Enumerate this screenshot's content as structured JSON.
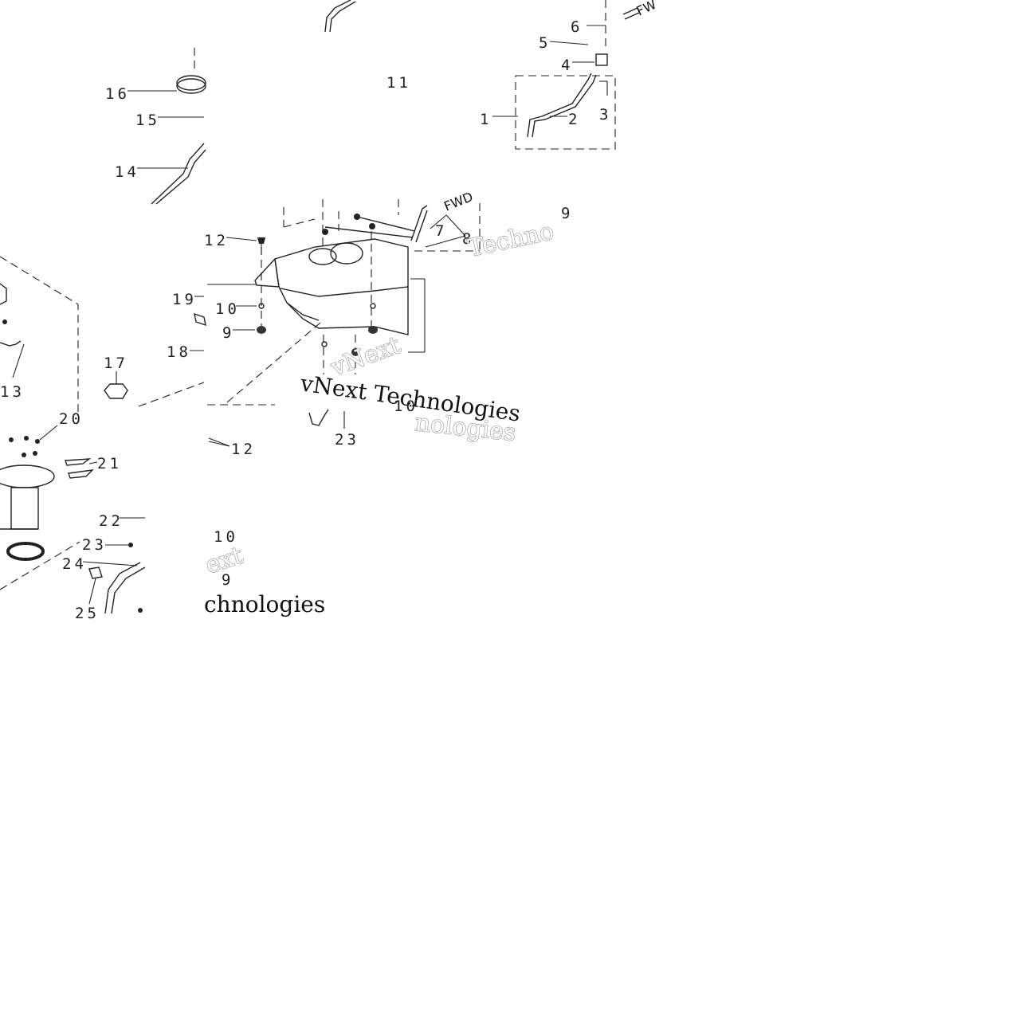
{
  "diagram": {
    "callouts": [
      {
        "id": "c1",
        "text": "1"
      },
      {
        "id": "c2",
        "text": "2"
      },
      {
        "id": "c3",
        "text": "3"
      },
      {
        "id": "c4",
        "text": "4"
      },
      {
        "id": "c5",
        "text": "5"
      },
      {
        "id": "c6",
        "text": "6"
      },
      {
        "id": "c7",
        "text": "7"
      },
      {
        "id": "c8",
        "text": "8"
      },
      {
        "id": "c9a",
        "text": "9"
      },
      {
        "id": "c9b",
        "text": "9"
      },
      {
        "id": "c9c",
        "text": "9"
      },
      {
        "id": "c10a",
        "text": "10"
      },
      {
        "id": "c10b",
        "text": "10"
      },
      {
        "id": "c10c",
        "text": "10"
      },
      {
        "id": "c11",
        "text": "11"
      },
      {
        "id": "c12a",
        "text": "12"
      },
      {
        "id": "c12b",
        "text": "12"
      },
      {
        "id": "c13",
        "text": "13"
      },
      {
        "id": "c14",
        "text": "14"
      },
      {
        "id": "c15",
        "text": "15"
      },
      {
        "id": "c16",
        "text": "16"
      },
      {
        "id": "c17",
        "text": "17"
      },
      {
        "id": "c18",
        "text": "18"
      },
      {
        "id": "c19",
        "text": "19"
      },
      {
        "id": "c20",
        "text": "20"
      },
      {
        "id": "c21",
        "text": "21"
      },
      {
        "id": "c22",
        "text": "22"
      },
      {
        "id": "c23a",
        "text": "23"
      },
      {
        "id": "c23b",
        "text": "23"
      },
      {
        "id": "c24",
        "text": "24"
      },
      {
        "id": "c25",
        "text": "25"
      }
    ],
    "direction_labels": [
      "FW",
      "FWD"
    ],
    "watermarks": [
      "vNext Technologies",
      "Techno",
      "vNext",
      "ext",
      "chnologies",
      "nologies"
    ]
  },
  "colors": {
    "line": "#222222",
    "background": "#ffffff",
    "watermark_outline": "#9a9a9a"
  }
}
